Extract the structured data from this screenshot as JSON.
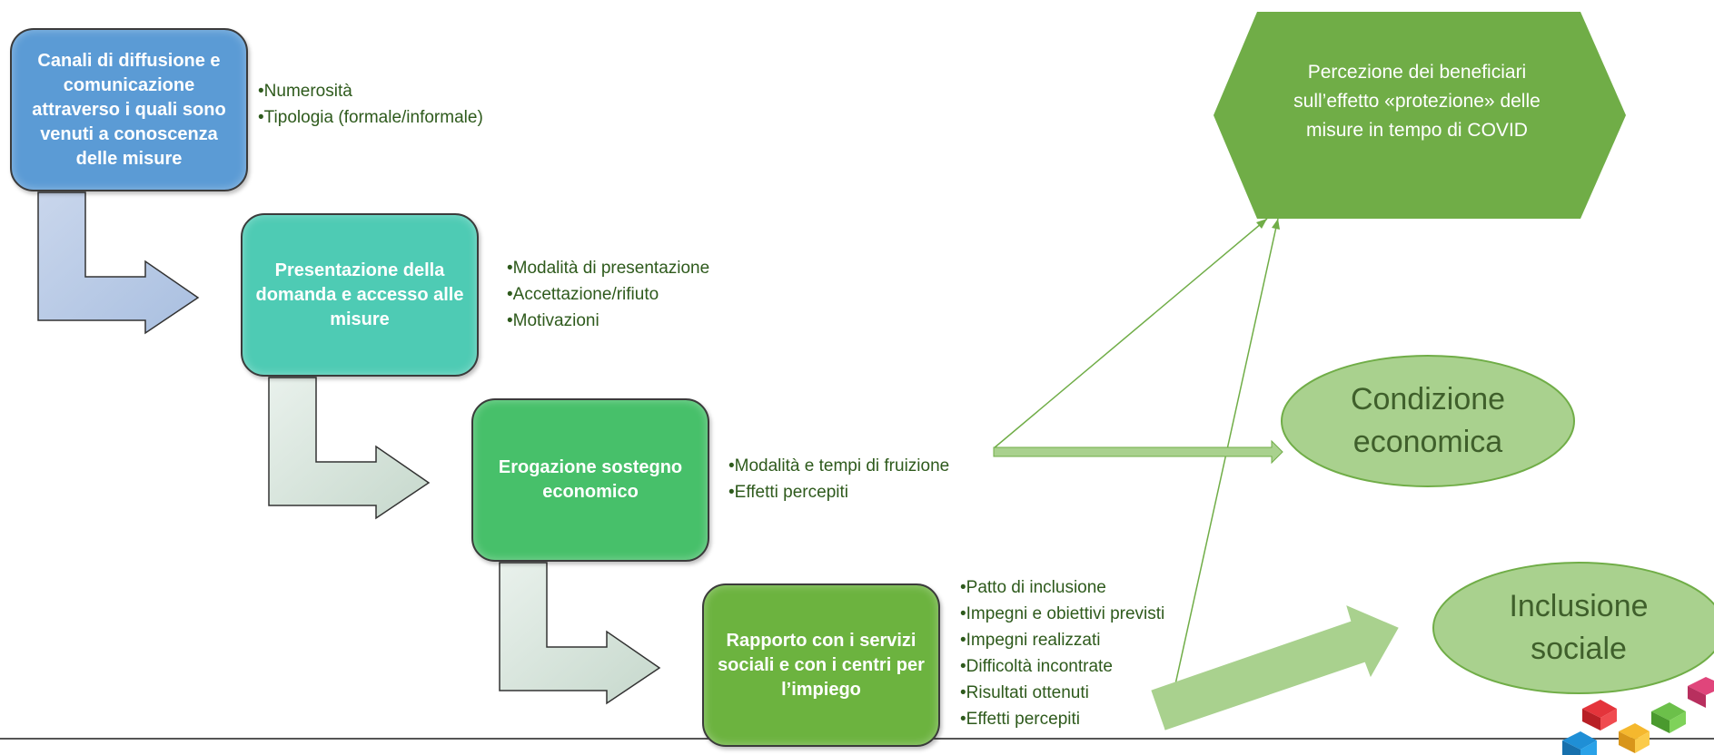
{
  "colors": {
    "box1": "#5b9bd5",
    "box2": "#4ecbb4",
    "box3": "#47c06a",
    "box4": "#6cb33f",
    "bullet_text": "#2e5a1c",
    "hexagon": "#70ad47",
    "oval": "#a9d18e"
  },
  "stages": [
    {
      "label": "Canali di diffusione e comunicazione attraverso i quali sono venuti a conoscenza delle misure",
      "bullets": [
        "Numerosità",
        "Tipologia (formale/informale)"
      ]
    },
    {
      "label": "Presentazione della domanda e accesso alle misure",
      "bullets": [
        "Modalità di presentazione",
        "Accettazione/rifiuto",
        "Motivazioni"
      ]
    },
    {
      "label": "Erogazione sostegno economico",
      "bullets": [
        "Modalità e tempi di fruizione",
        "Effetti percepiti"
      ]
    },
    {
      "label": "Rapporto con i servizi sociali e con i centri per l’impiego",
      "bullets": [
        "Patto di inclusione",
        "Impegni e obiettivi previsti",
        "Impegni realizzati",
        "Difficoltà incontrate",
        "Risultati ottenuti",
        "Effetti percepiti"
      ]
    }
  ],
  "outcomes": {
    "perception": "Percezione dei beneficiari sull’effetto «protezione» delle misure in tempo di COVID",
    "economic": "Condizione economica",
    "social": "Inclusione sociale"
  }
}
